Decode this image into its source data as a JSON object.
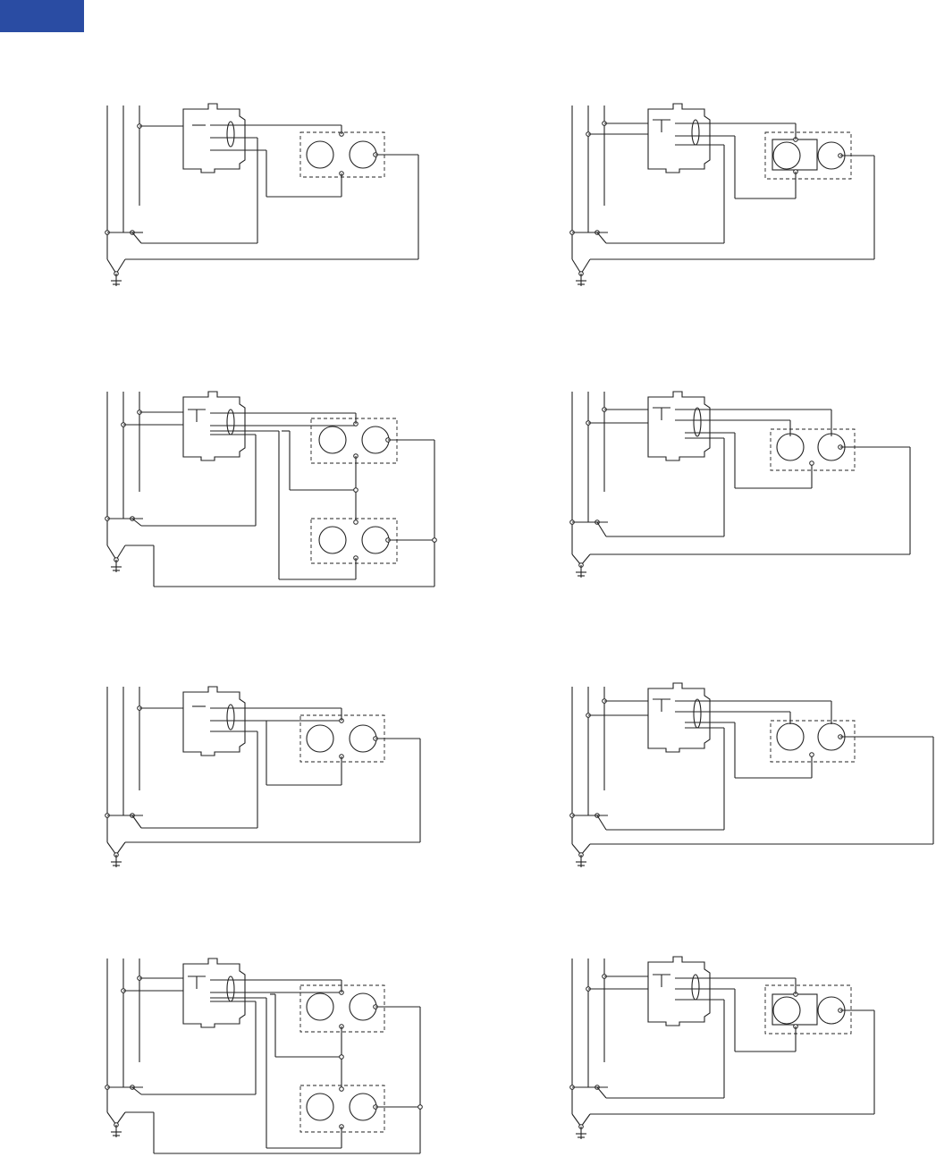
{
  "header": {
    "tab_color": "#2a4ca3"
  },
  "diagrams": [
    {
      "id": "d1",
      "breaker": "1-pole",
      "receptacles": 1,
      "receptacle_pair": "duplex"
    },
    {
      "id": "d2",
      "breaker": "2-pole",
      "receptacles": 1,
      "receptacle_pair": "single-with-box"
    },
    {
      "id": "d3",
      "breaker": "2-pole",
      "receptacles": 2,
      "receptacle_pair": "duplex"
    },
    {
      "id": "d4",
      "breaker": "2-pole",
      "receptacles": 1,
      "receptacle_pair": "duplex"
    },
    {
      "id": "d5",
      "breaker": "1-pole",
      "receptacles": 1,
      "receptacle_pair": "duplex"
    },
    {
      "id": "d6",
      "breaker": "2-pole",
      "receptacles": 1,
      "receptacle_pair": "duplex"
    },
    {
      "id": "d7",
      "breaker": "2-pole",
      "receptacles": 2,
      "receptacle_pair": "duplex"
    },
    {
      "id": "d8",
      "breaker": "2-pole",
      "receptacles": 1,
      "receptacle_pair": "single-with-box"
    }
  ],
  "colors": {
    "line": "#222222",
    "background": "#ffffff"
  }
}
